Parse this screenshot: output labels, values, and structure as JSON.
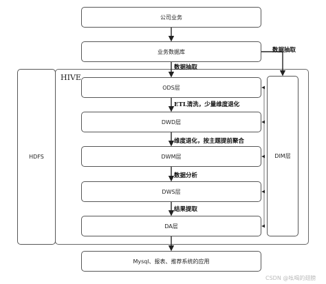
{
  "boxes": {
    "company": "公司业务",
    "business_db": "业务数据库",
    "hdfs": "HDFS",
    "ods": "ODS层",
    "dwd": "DWD层",
    "dwm": "DWM层",
    "dws": "DWS层",
    "da": "DA层",
    "dim": "DIM层",
    "apps": "Mysql、报表、推荐系统的应用"
  },
  "hive_label": "HIVE",
  "annotations": {
    "extract_right": "数据抽取",
    "extract": "数据抽取",
    "etl": "ETL清洗，少量维度退化",
    "dim_degrade": "维度退化，按主题提前聚合",
    "analysis": "数据分析",
    "result": "结果提取"
  },
  "watermark": "CSDN @吆喝的翅膀"
}
